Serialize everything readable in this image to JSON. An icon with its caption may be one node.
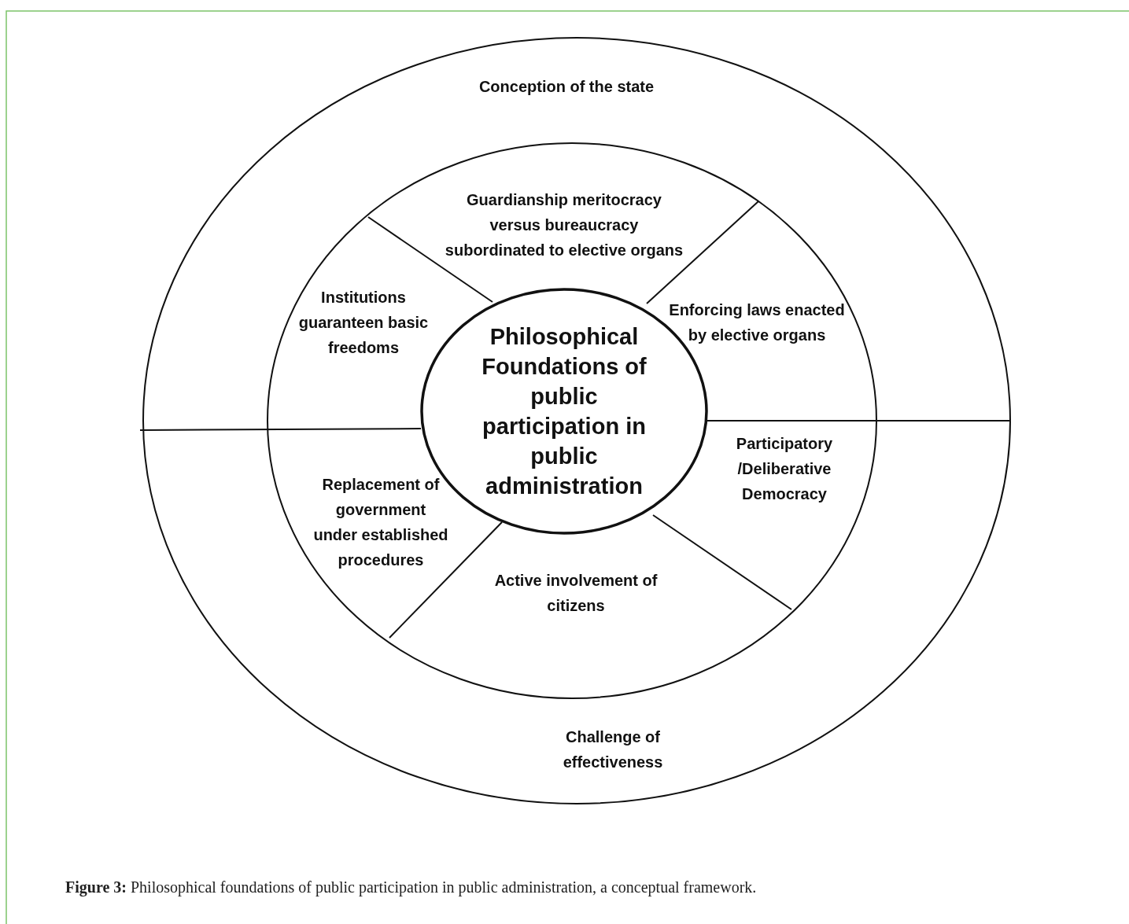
{
  "diagram": {
    "caption": "**Figure 3:** Philosophical foundations of public participation in public administration, a conceptual framework.",
    "nodes": [
      {
        "text": [
          "Conception of the state"
        ]
      },
      {
        "text": [
          "Guardianship meritocracy versus bureaucracy subordinated to elective organs"
        ]
      },
      {
        "text": [
          "Institutions guaranteen basic freedoms"
        ]
      },
      {
        "text": [
          "Enforcing laws enacted by elective organs"
        ]
      },
      {
        "text": [
          "Philosophical Foundations of public participation in public administration"
        ]
      },
      {
        "text": [
          "Participatory /Deliberative Democracy"
        ]
      },
      {
        "text": [
          "Replacement of government under established procedures"
        ]
      },
      {
        "text": [
          "Active involvement of citizens"
        ]
      },
      {
        "text": [
          "Challenge of effectiveness"
        ]
      }
    ]
  }
}
